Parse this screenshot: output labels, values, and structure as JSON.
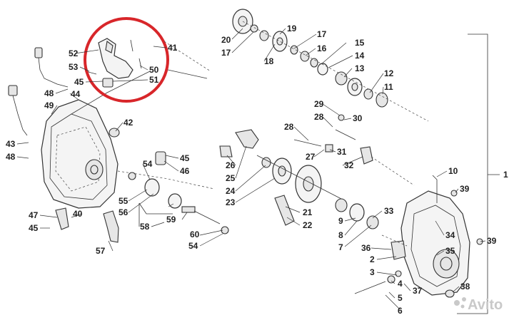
{
  "watermark": "Avito",
  "highlight_color": "#d8262a",
  "callouts": [
    {
      "id": "c1",
      "text": "1"
    },
    {
      "id": "c2",
      "text": "2"
    },
    {
      "id": "c3",
      "text": "3"
    },
    {
      "id": "c4",
      "text": "4"
    },
    {
      "id": "c5",
      "text": "5"
    },
    {
      "id": "c6",
      "text": "6"
    },
    {
      "id": "c7",
      "text": "7"
    },
    {
      "id": "c8",
      "text": "8"
    },
    {
      "id": "c9",
      "text": "9"
    },
    {
      "id": "c10",
      "text": "10"
    },
    {
      "id": "c11",
      "text": "11"
    },
    {
      "id": "c12",
      "text": "12"
    },
    {
      "id": "c13",
      "text": "13"
    },
    {
      "id": "c14",
      "text": "14"
    },
    {
      "id": "c15",
      "text": "15"
    },
    {
      "id": "c16",
      "text": "16"
    },
    {
      "id": "c17a",
      "text": "17"
    },
    {
      "id": "c17b",
      "text": "17"
    },
    {
      "id": "c18",
      "text": "18"
    },
    {
      "id": "c19",
      "text": "19"
    },
    {
      "id": "c20",
      "text": "20"
    },
    {
      "id": "c21",
      "text": "21"
    },
    {
      "id": "c22",
      "text": "22"
    },
    {
      "id": "c23",
      "text": "23"
    },
    {
      "id": "c24",
      "text": "24"
    },
    {
      "id": "c25",
      "text": "25"
    },
    {
      "id": "c26",
      "text": "26"
    },
    {
      "id": "c27",
      "text": "27"
    },
    {
      "id": "c28a",
      "text": "28"
    },
    {
      "id": "c28b",
      "text": "28"
    },
    {
      "id": "c29",
      "text": "29"
    },
    {
      "id": "c30",
      "text": "30"
    },
    {
      "id": "c31",
      "text": "31"
    },
    {
      "id": "c32",
      "text": "32"
    },
    {
      "id": "c33",
      "text": "33"
    },
    {
      "id": "c34",
      "text": "34"
    },
    {
      "id": "c35",
      "text": "35"
    },
    {
      "id": "c36",
      "text": "36"
    },
    {
      "id": "c37",
      "text": "37"
    },
    {
      "id": "c38",
      "text": "38"
    },
    {
      "id": "c39a",
      "text": "39"
    },
    {
      "id": "c39b",
      "text": "39"
    },
    {
      "id": "c40",
      "text": "40"
    },
    {
      "id": "c41",
      "text": "41"
    },
    {
      "id": "c42",
      "text": "42"
    },
    {
      "id": "c43",
      "text": "43"
    },
    {
      "id": "c44",
      "text": "44"
    },
    {
      "id": "c45a",
      "text": "45"
    },
    {
      "id": "c45b",
      "text": "45"
    },
    {
      "id": "c45c",
      "text": "45"
    },
    {
      "id": "c46",
      "text": "46"
    },
    {
      "id": "c47",
      "text": "47"
    },
    {
      "id": "c48a",
      "text": "48"
    },
    {
      "id": "c48b",
      "text": "48"
    },
    {
      "id": "c49",
      "text": "49"
    },
    {
      "id": "c50",
      "text": "50"
    },
    {
      "id": "c51",
      "text": "51"
    },
    {
      "id": "c52",
      "text": "52"
    },
    {
      "id": "c53",
      "text": "53"
    },
    {
      "id": "c54a",
      "text": "54"
    },
    {
      "id": "c54b",
      "text": "54"
    },
    {
      "id": "c55",
      "text": "55"
    },
    {
      "id": "c56",
      "text": "56"
    },
    {
      "id": "c57",
      "text": "57"
    },
    {
      "id": "c58",
      "text": "58"
    },
    {
      "id": "c59",
      "text": "59"
    },
    {
      "id": "c60",
      "text": "60"
    }
  ]
}
